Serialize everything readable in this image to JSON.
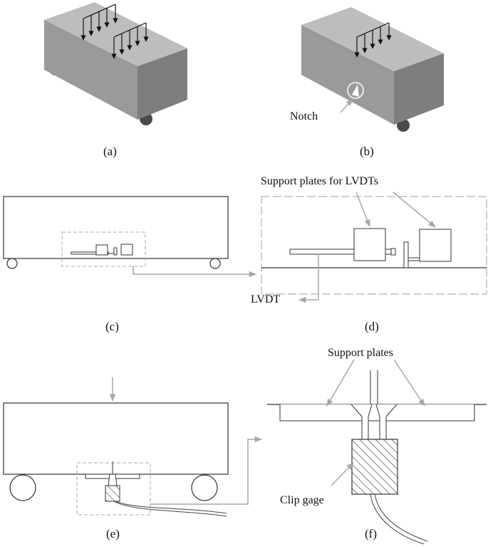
{
  "panels": {
    "a": {
      "caption": "(a)"
    },
    "b": {
      "caption": "(b)",
      "notch_label": "Notch"
    },
    "c": {
      "caption": "(c)"
    },
    "d": {
      "caption": "(d)",
      "support_label": "Support plates for LVDTs",
      "lvdt_label": "LVDT"
    },
    "e": {
      "caption": "(e)"
    },
    "f": {
      "caption": "(f)",
      "support_label": "Support plates",
      "clip_label": "Clip gage"
    }
  },
  "colors": {
    "beam_front": "#9a9a9a",
    "beam_top": "#bdbdbd",
    "beam_side": "#7e7e7e",
    "support": "#4a4a4a",
    "line": "#333333",
    "callout": "#a8a8a8"
  }
}
